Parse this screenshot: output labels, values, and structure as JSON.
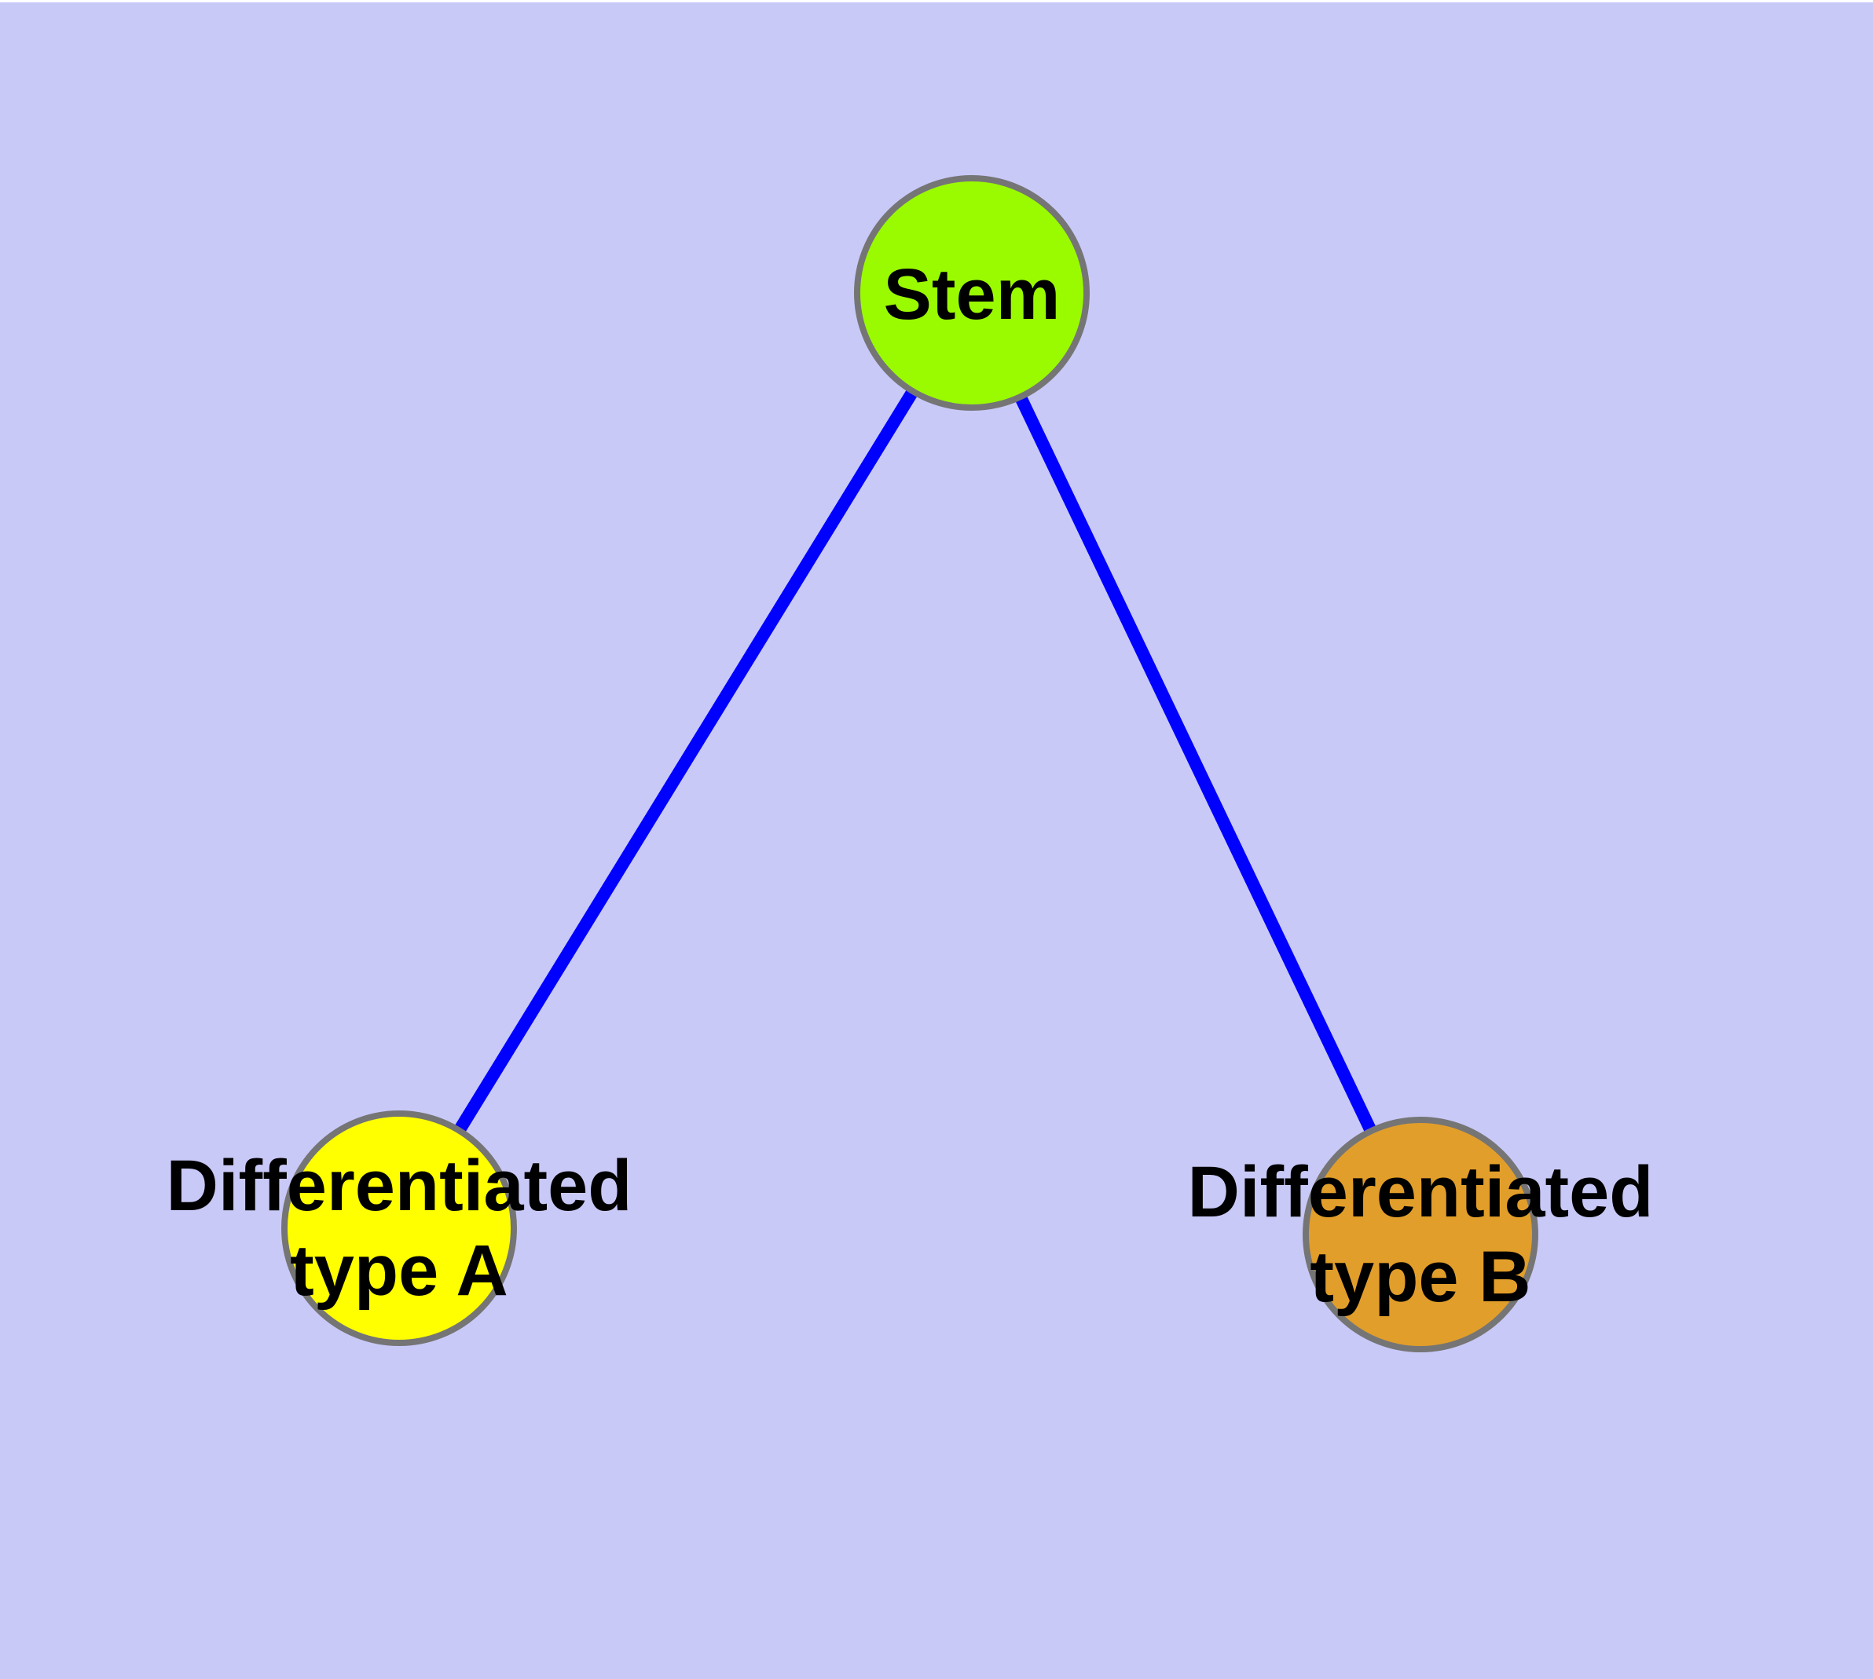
{
  "diagram": {
    "background_color": "#C9C9F8",
    "edge_color": "#0000FF",
    "node_border_color": "#757575",
    "text_color": "#000000",
    "nodes": {
      "stem": {
        "label": "Stem",
        "fill_color": "#9AFB00"
      },
      "type_a": {
        "label_line1": "Differentiated",
        "label_line2": "type A",
        "fill_color": "#FFFF00"
      },
      "type_b": {
        "label_line1": "Differentiated",
        "label_line2": "type B",
        "fill_color": "#E29E2A"
      }
    },
    "edges": [
      {
        "from": "Stem",
        "to": "Differentiated type A"
      },
      {
        "from": "Stem",
        "to": "Differentiated type B"
      }
    ]
  }
}
